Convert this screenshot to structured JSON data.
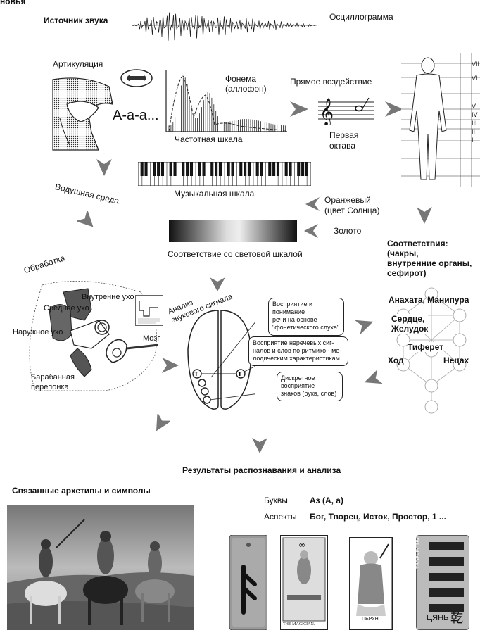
{
  "top_cut": "новья",
  "sound_source": "Источник звука",
  "oscillogram": "Осциллограмма",
  "articulation": "Артикуляция",
  "vowel_sound": "А-а-а...",
  "phoneme": "Фонема\n(аллофон)",
  "frequency_scale": "Частотная шкала",
  "direct_effect": "Прямое воздействие",
  "first_octave": "Первая\nоктава",
  "air_medium": "Водушная среда",
  "musical_scale": "Музыкальная шкала",
  "orange": "Оранжевый\n(цвет Солнца)",
  "gold": "Золото",
  "light_scale": "Соответствие со световой шкалой",
  "correspondences": "Соответствия:\n(чакры,\nвнутренние органы,\nсефирот)",
  "processing": "Обработка",
  "inner_ear": "Внутренне ухо",
  "middle_ear": "Среднее ухо",
  "outer_ear": "Наружное ухо",
  "eardrum": "Барабанная\nперепонка",
  "brain": "Мозг",
  "analysis": "Анализ\nзвукового сигнала",
  "box1": "Восприятие и\nпонимание\nречи на основе\n\"фонетического слуха\"",
  "box2": "Восприятие неречевых сиг-\nналов и слов по ритмико - ме-\nлодическим характеристикам",
  "box3": "Дискретное\nвосприятие\nзнаков (букв, слов)",
  "anahata": "Анахата, Манипура",
  "heart": "Сердце,\nЖелудок",
  "tiferet": "Тиферет",
  "hod": "Ход",
  "netzach": "Нецах",
  "results": "Результаты распознавания и анализа",
  "archetypes": "Связанные архетипы и символы",
  "letters_label": "Буквы",
  "letters_value": "Аз (А, а)",
  "aspects_label": "Аспекты",
  "aspects_value": "Бог, Творец, Исток, Простор, 1 ...",
  "roman": [
    "VII",
    "VI",
    "V",
    "IV",
    "III",
    "II",
    "I"
  ],
  "card_magician": "THE MAGICIAN.",
  "card_perun": "ПЕРУН",
  "card_creativity": "ТВОРЧЕСТВО",
  "card_tsyan": "ЦЯНЬ",
  "card_tsyan_glyph": "乾"
}
